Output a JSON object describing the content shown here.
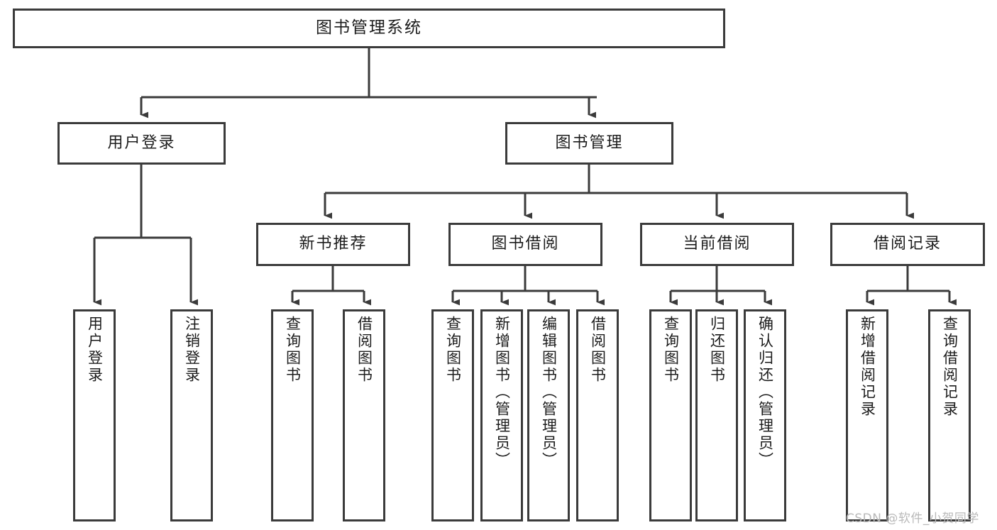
{
  "diagram": {
    "title": "图书管理系统",
    "type": "tree-hierarchy",
    "watermark": "CSDN @软件_小贺同学",
    "line_color": "#3b3b3b",
    "box_fill": "#ffffff",
    "text_color": "#1c1c1c",
    "watermark_color": "#b9b9b9"
  },
  "nodes": {
    "root": {
      "label": "图书管理系统"
    },
    "level2": [
      {
        "label": "用户登录"
      },
      {
        "label": "图书管理"
      }
    ],
    "level3": [
      {
        "label": "新书推荐"
      },
      {
        "label": "图书借阅"
      },
      {
        "label": "当前借阅"
      },
      {
        "label": "借阅记录"
      }
    ],
    "login_leaves": [
      {
        "label": "用户登录"
      },
      {
        "label": "注销登录"
      }
    ],
    "recommend_leaves": [
      {
        "label": "查询图书"
      },
      {
        "label": "借阅图书"
      }
    ],
    "borrow_leaves": [
      {
        "label": "查询图书"
      },
      {
        "label": "新增图书（管理员）"
      },
      {
        "label": "编辑图书（管理员）"
      },
      {
        "label": "借阅图书"
      }
    ],
    "current_leaves": [
      {
        "label": "查询图书"
      },
      {
        "label": "归还图书"
      },
      {
        "label": "确认归还（管理员）"
      }
    ],
    "record_leaves": [
      {
        "label": "新增借阅记录"
      },
      {
        "label": "查询借阅记录"
      }
    ]
  }
}
